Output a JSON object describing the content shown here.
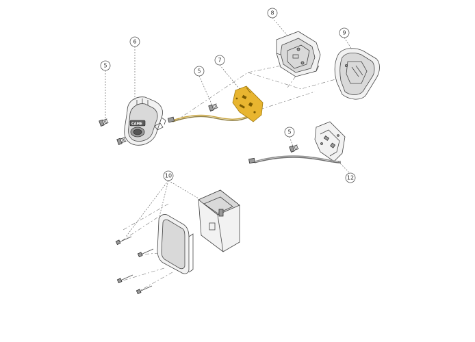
{
  "diagram": {
    "callouts": [
      "5",
      "6",
      "5",
      "7",
      "8",
      "9",
      "5",
      "12",
      "10"
    ],
    "brand_mark": "CAME",
    "colors": {
      "board_highlight": "#e8b530",
      "board_edge": "#a07a10",
      "cable_yellow": "#c9a43a",
      "cable_grey": "#8c8c8c",
      "line": "#444444"
    }
  }
}
